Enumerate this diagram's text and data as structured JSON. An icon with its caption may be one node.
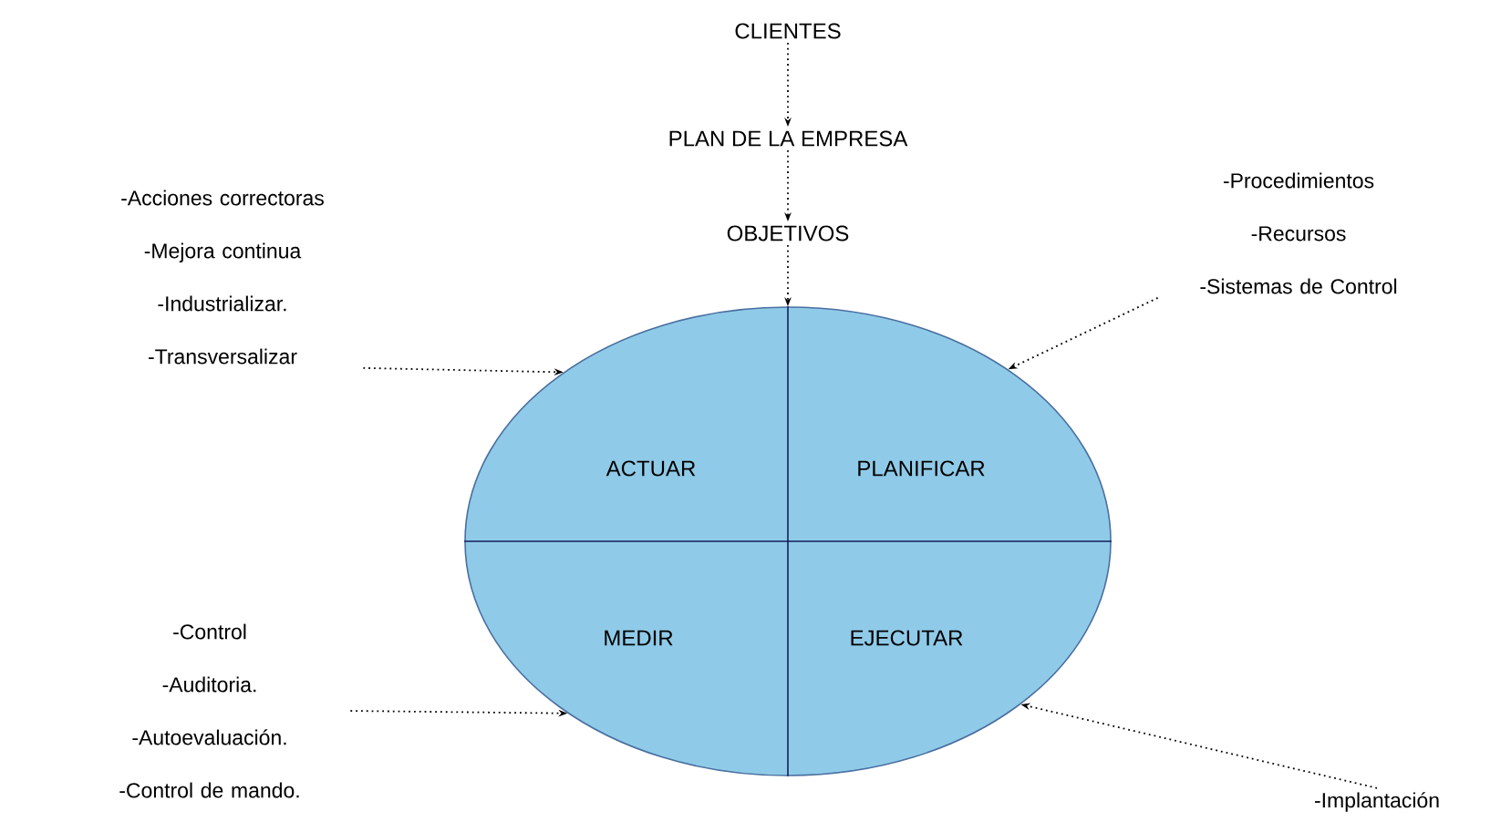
{
  "diagram": {
    "nodes": [
      {
        "text": [
          "CLIENTES"
        ]
      },
      {
        "text": [
          "PLAN DE LA EMPRESA"
        ]
      },
      {
        "text": [
          "OBJETIVOS"
        ]
      },
      {
        "text": [
          "ACTUAR",
          "PLANIFICAR",
          "MEDIR",
          "EJECUTAR"
        ]
      },
      {
        "text": [
          "-Acciones correctoras",
          "-Mejora continua",
          "-Industrializar.",
          "-Transversalizar"
        ]
      },
      {
        "text": [
          "-Procedimientos",
          "-Recursos",
          "-Sistemas de Control"
        ]
      },
      {
        "text": [
          "-Control",
          "-Auditoria.",
          "-Autoevaluación.",
          "-Control de mando."
        ]
      },
      {
        "text": [
          "-Implantación"
        ]
      }
    ],
    "edges": [
      {
        "from": 0,
        "to": 1,
        "arrow": "to",
        "style": "dashed"
      },
      {
        "from": 1,
        "to": 2,
        "arrow": "to",
        "style": "dashed"
      },
      {
        "from": 2,
        "to": 3,
        "arrow": "to",
        "style": "dashed"
      },
      {
        "from": 4,
        "to": 3,
        "arrow": "to",
        "style": "dashed"
      },
      {
        "from": 5,
        "to": 3,
        "arrow": "to",
        "style": "dashed"
      },
      {
        "from": 6,
        "to": 3,
        "arrow": "to",
        "style": "dashed"
      },
      {
        "from": 7,
        "to": 3,
        "arrow": "to",
        "style": "dashed"
      }
    ]
  }
}
